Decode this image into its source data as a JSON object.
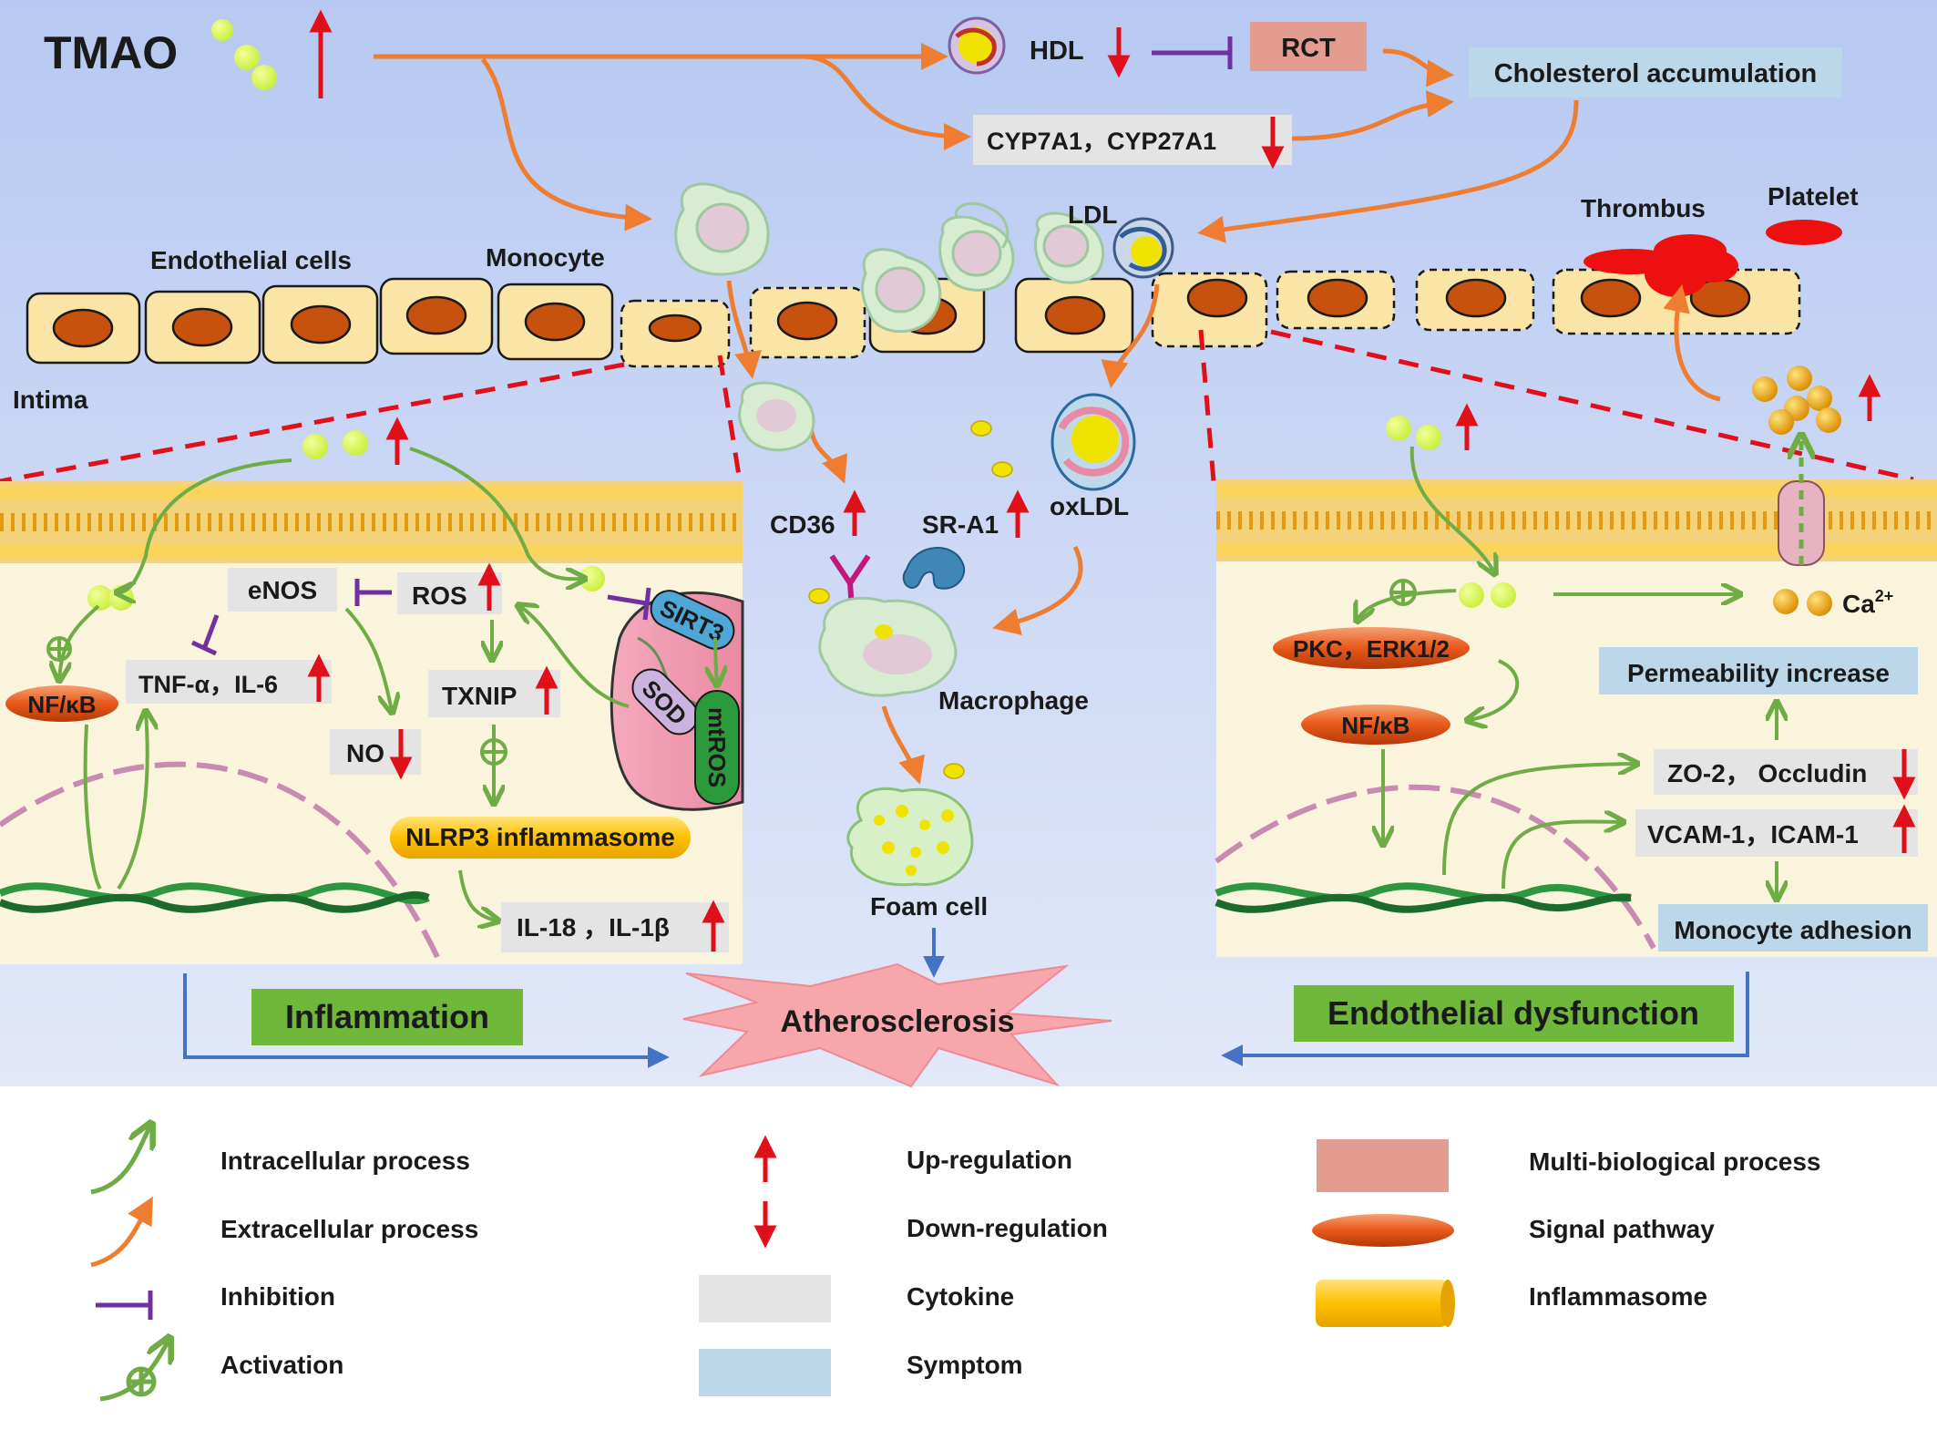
{
  "top": {
    "tmao": "TMAO",
    "hdl": "HDL",
    "rct": "RCT",
    "cholesterol_accumulation": "Cholesterol accumulation",
    "cyp": "CYP7A1，CYP27A1"
  },
  "vessel": {
    "endothelial_cells": "Endothelial cells",
    "monocyte": "Monocyte",
    "intima": "Intima",
    "ldl": "LDL",
    "thrombus": "Thrombus",
    "platelet": "Platelet"
  },
  "inflammation_panel": {
    "enos": "eNOS",
    "ros": "ROS",
    "nfkb": "NF/κB",
    "tnf_il6": "TNF-α，IL-6",
    "txnip": "TXNIP",
    "no": "NO",
    "sirt3": "SIRT3",
    "sod": "SOD",
    "mtros": "mtROS",
    "nlrp3": "NLRP3 inflammasome",
    "il18_il1b": "IL-18 ，IL-1β",
    "title": "Inflammation"
  },
  "macrophage_panel": {
    "cd36": "CD36",
    "sra1": "SR-A1",
    "oxldl": "oxLDL",
    "macrophage": "Macrophage",
    "foam_cell": "Foam cell",
    "atherosclerosis": "Atherosclerosis"
  },
  "endothelial_panel": {
    "ca": "Ca",
    "ca_sup": "2+",
    "pkc_erk": "PKC，ERK1/2",
    "nfkb": "NF/κB",
    "permeability": "Permeability increase",
    "zo2_occludin": "ZO-2， Occludin",
    "vcam_icam": "VCAM-1，ICAM-1",
    "monocyte_adhesion": "Monocyte adhesion",
    "title": "Endothelial dysfunction"
  },
  "legend": {
    "intracellular": "Intracellular process",
    "extracellular": "Extracellular process",
    "inhibition": "Inhibition",
    "activation": "Activation",
    "up": "Up-regulation",
    "down": "Down-regulation",
    "cytokine": "Cytokine",
    "symptom": "Symptom",
    "multi": "Multi-biological process",
    "signal": "Signal pathway",
    "inflammasome": "Inflammasome"
  },
  "colors": {
    "background_top": "#b9cbf2",
    "background_bottom": "#dfe6f8",
    "extracellular_arrow": "#ee7d31",
    "intracellular_arrow": "#6fac46",
    "inhibition": "#7030a0",
    "up_down_arrow": "#e0101b",
    "cytokine_box": "#e4e4e4",
    "symptom_box": "#bcd6ea",
    "multi_box": "#e39c8f",
    "signal_pathway": "#e8581a",
    "inflammasome": "#ffc000",
    "title_box": "#70b83c",
    "atherosclerosis_star": "#f7a6ac",
    "cell_fill": "#fbe5a6",
    "nucleus": "#c7520d"
  }
}
